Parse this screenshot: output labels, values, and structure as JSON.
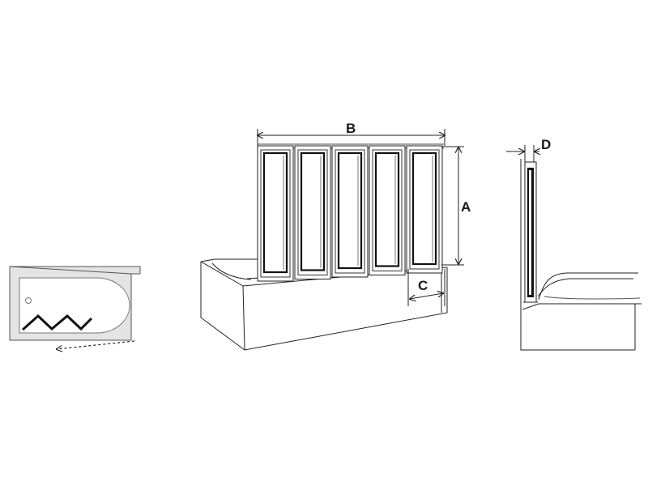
{
  "diagram": {
    "dimension_labels": {
      "a": "A",
      "b": "B",
      "c": "C",
      "d": "D"
    },
    "views": {
      "top_view": {
        "icon": "fold-direction-arrow-icon"
      },
      "perspective_view": {
        "panel_count": 5
      },
      "side_view": {
        "icon": "side-profile"
      }
    },
    "colors": {
      "line": "#1a1a1a",
      "top_view_fill": "#e4e4e4",
      "top_view_tub": "#ffffff"
    }
  }
}
